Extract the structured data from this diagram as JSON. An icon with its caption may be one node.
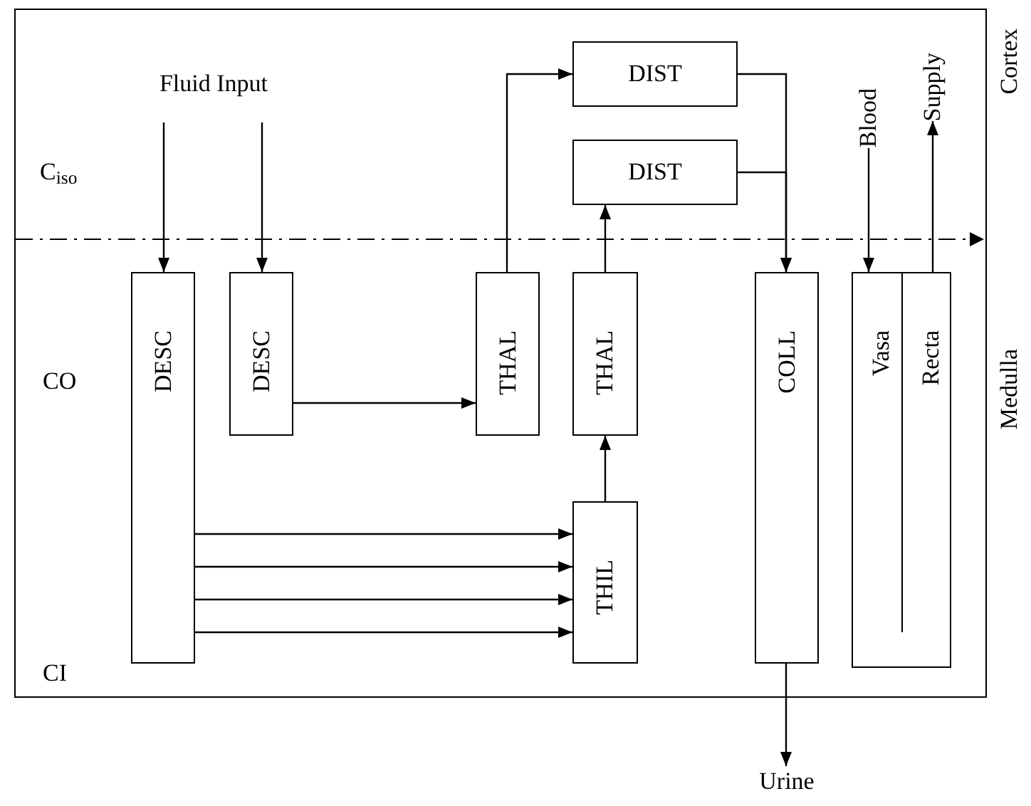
{
  "diagram": {
    "nodes": [
      {
        "text": [
          "Fluid Input"
        ]
      },
      {
        "text": [
          "Blood"
        ]
      },
      {
        "text": [
          "Supply"
        ]
      },
      {
        "text": [
          "DIST"
        ]
      },
      {
        "text": [
          "DIST"
        ]
      },
      {
        "text": [
          "DESC"
        ]
      },
      {
        "text": [
          "DESC"
        ]
      },
      {
        "text": [
          "THAL"
        ]
      },
      {
        "text": [
          "THAL"
        ]
      },
      {
        "text": [
          "COLL"
        ]
      },
      {
        "text": [
          "Vasa",
          "Recta"
        ]
      },
      {
        "text": [
          "THIL"
        ]
      },
      {
        "text": [
          "Urine"
        ]
      }
    ],
    "edges": [
      {
        "from": 0,
        "to": 5,
        "arrow": "to"
      },
      {
        "from": 0,
        "to": 6,
        "arrow": "to"
      },
      {
        "from": 6,
        "to": 7,
        "arrow": "to"
      },
      {
        "from": 7,
        "to": 3,
        "arrow": "to"
      },
      {
        "from": 3,
        "to": 9,
        "arrow": "to"
      },
      {
        "from": 4,
        "to": 9,
        "arrow": "to"
      },
      {
        "from": 8,
        "to": 4,
        "arrow": "to"
      },
      {
        "from": 11,
        "to": 8,
        "arrow": "to"
      },
      {
        "from": 5,
        "to": 11,
        "arrow": "to"
      },
      {
        "from": 5,
        "to": 11,
        "arrow": "to"
      },
      {
        "from": 5,
        "to": 11,
        "arrow": "to"
      },
      {
        "from": 5,
        "to": 11,
        "arrow": "to"
      },
      {
        "from": 1,
        "to": 10,
        "arrow": "to"
      },
      {
        "from": 10,
        "to": 2,
        "arrow": "to"
      },
      {
        "from": 9,
        "to": 12,
        "arrow": "to"
      }
    ],
    "labels": [
      "Cortex",
      "C$_{iso}$",
      "CO",
      "Medulla",
      "CI"
    ]
  }
}
